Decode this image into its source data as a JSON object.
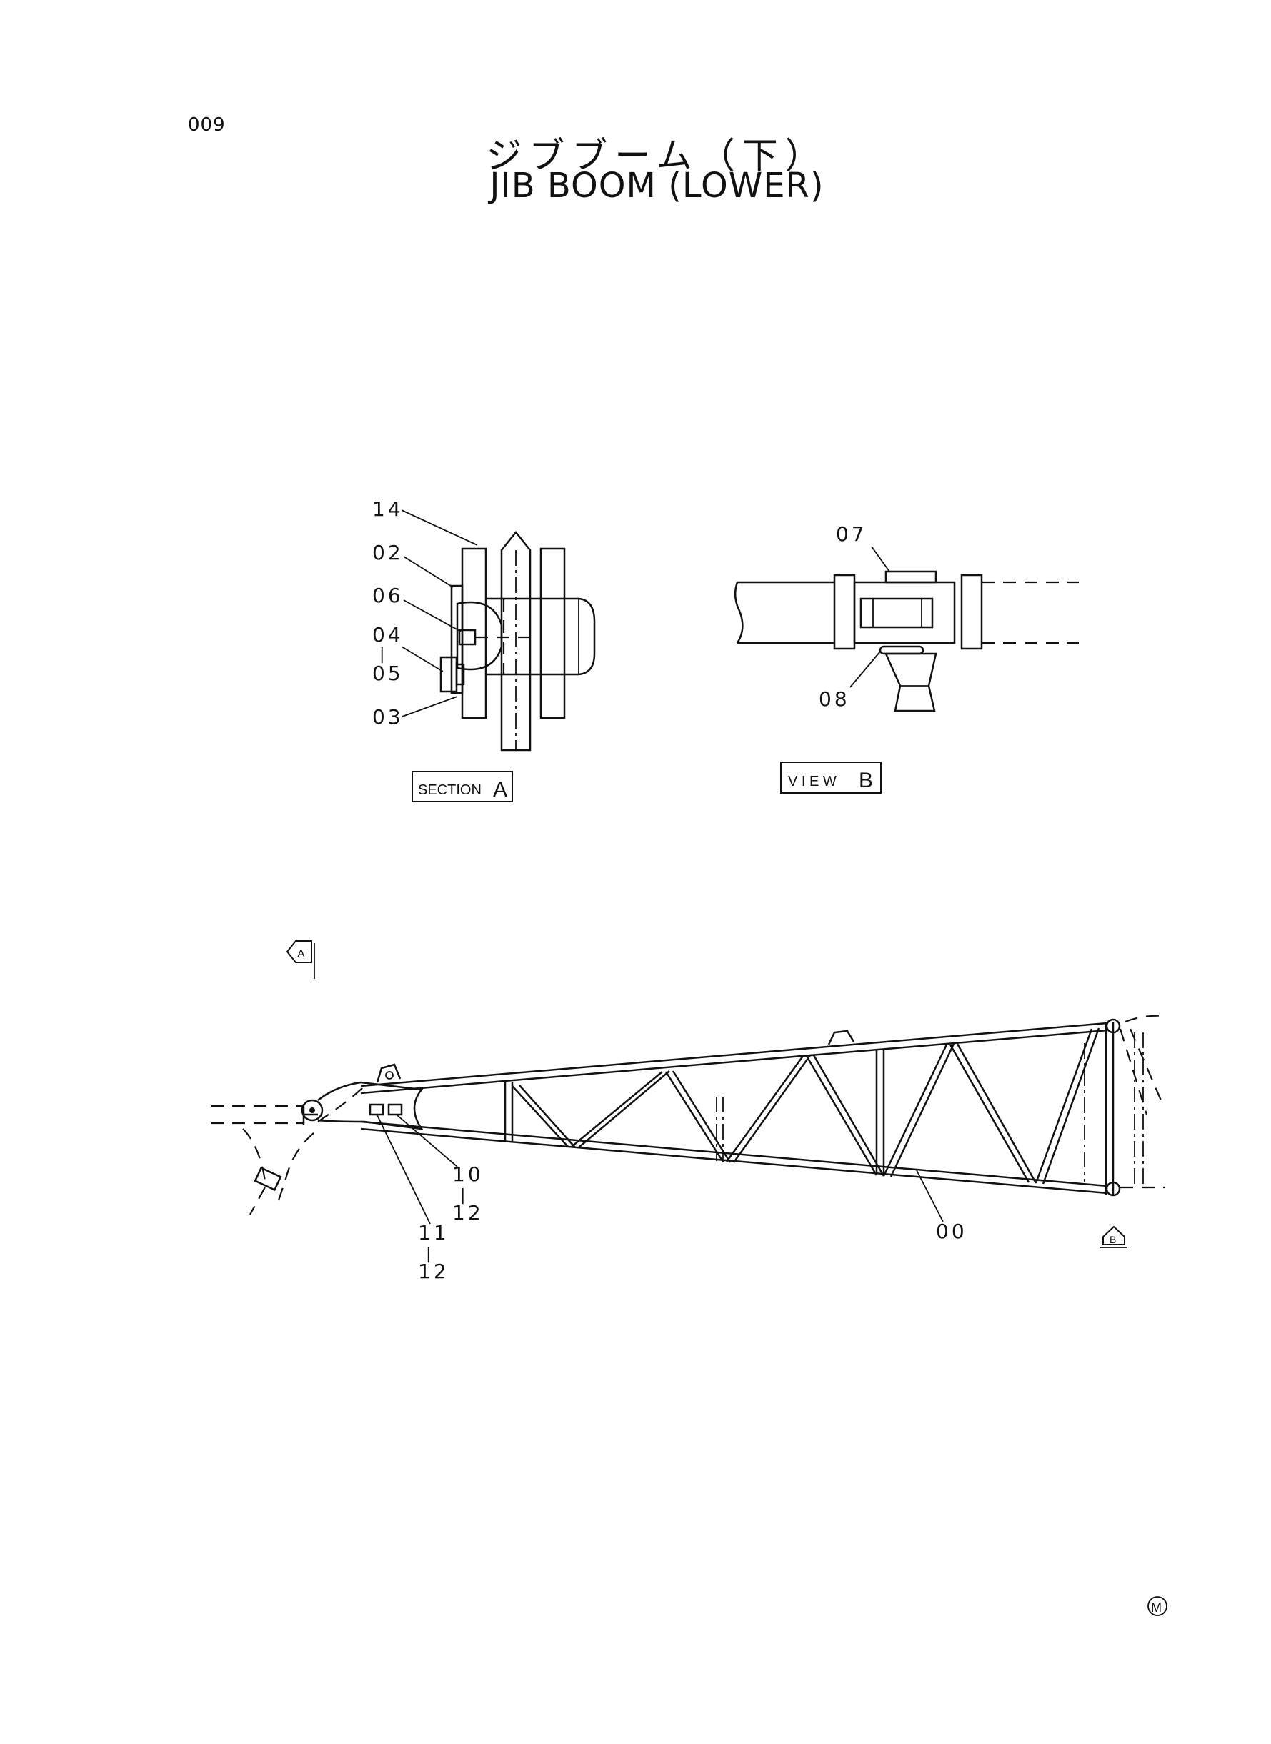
{
  "page_number": "009",
  "title_jp": "ジブブーム（下）",
  "title_en": "JIB BOOM (LOWER)",
  "section_a": {
    "box_word": "SECTION",
    "box_letter": "A",
    "callouts": [
      "14",
      "02",
      "06",
      "04",
      "05",
      "03"
    ],
    "range_sep": "|"
  },
  "view_b": {
    "box_word": "V I E W",
    "box_letter": "B",
    "callouts": [
      "07",
      "08"
    ]
  },
  "main_view": {
    "marker_a": "A",
    "marker_b": "B",
    "callouts": [
      "10",
      "12",
      "11",
      "12",
      "00"
    ],
    "range_sep": "|"
  },
  "corner_mark": "M"
}
